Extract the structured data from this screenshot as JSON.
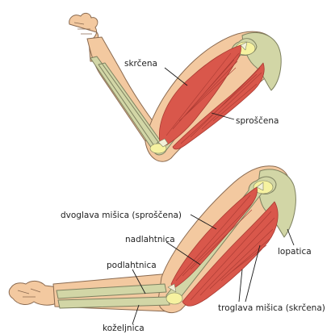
{
  "colors": {
    "skin": "#f3c9a0",
    "skin_outline": "#8a6a50",
    "bone": "#d2d6a6",
    "bone_outline": "#7e8160",
    "cartilage": "#f6f2a0",
    "muscle": "#d9574b",
    "muscle_striation": "#a93a32",
    "tendon": "#f2f0d8",
    "leader_line": "#1a1a1a"
  },
  "labels": {
    "top_flexed": "skrčena",
    "top_relaxed": "sproščena",
    "biceps_relaxed": "dvoglava mišica (sproščena)",
    "humerus": "nadlahtnica",
    "ulna": "podlahtnica",
    "scapula": "lopatica",
    "triceps_flexed": "troglava mišica (skrčena)",
    "radius": "koželjnica"
  }
}
